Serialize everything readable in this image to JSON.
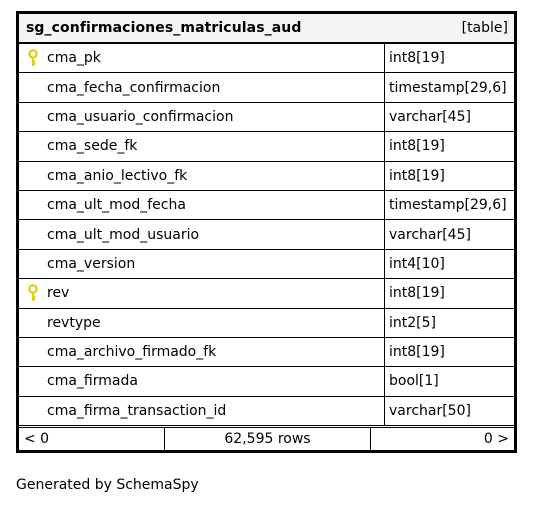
{
  "table": {
    "name": "sg_confirmaciones_matriculas_aud",
    "kind": "[table]",
    "columns": [
      {
        "name": "cma_pk",
        "type": "int8[19]",
        "key": true
      },
      {
        "name": "cma_fecha_confirmacion",
        "type": "timestamp[29,6]",
        "key": false
      },
      {
        "name": "cma_usuario_confirmacion",
        "type": "varchar[45]",
        "key": false
      },
      {
        "name": "cma_sede_fk",
        "type": "int8[19]",
        "key": false
      },
      {
        "name": "cma_anio_lectivo_fk",
        "type": "int8[19]",
        "key": false
      },
      {
        "name": "cma_ult_mod_fecha",
        "type": "timestamp[29,6]",
        "key": false
      },
      {
        "name": "cma_ult_mod_usuario",
        "type": "varchar[45]",
        "key": false
      },
      {
        "name": "cma_version",
        "type": "int4[10]",
        "key": false
      },
      {
        "name": "rev",
        "type": "int8[19]",
        "key": true
      },
      {
        "name": "revtype",
        "type": "int2[5]",
        "key": false
      },
      {
        "name": "cma_archivo_firmado_fk",
        "type": "int8[19]",
        "key": false
      },
      {
        "name": "cma_firmada",
        "type": "bool[1]",
        "key": false
      },
      {
        "name": "cma_firma_transaction_id",
        "type": "varchar[50]",
        "key": false
      }
    ],
    "footer": {
      "left": "< 0",
      "center": "62,595 rows",
      "right": "0 >"
    }
  },
  "generated_by": "Generated by SchemaSpy",
  "colors": {
    "key_icon": "#e0d000",
    "header_bg": "#f4f4f4"
  }
}
